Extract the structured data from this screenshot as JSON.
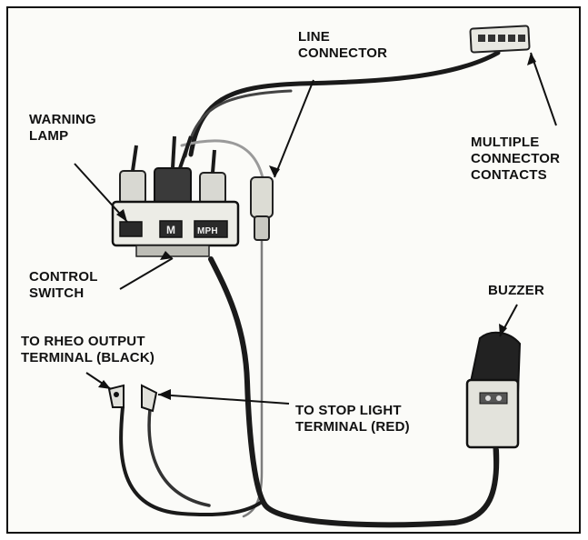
{
  "labels": {
    "line_connector": "LINE\nCONNECTOR",
    "multiple_connector": "MULTIPLE\nCONNECTOR\nCONTACTS",
    "warning_lamp": "WARNING\nLAMP",
    "control_switch": "CONTROL\nSWITCH",
    "buzzer": "BUZZER",
    "rheo_output": "TO RHEO OUTPUT\nTERMINAL (BLACK)",
    "stop_light": "TO STOP LIGHT\nTERMINAL (RED)"
  },
  "switch_panel": {
    "left_window": "",
    "middle_window": "M",
    "right_window": "MPH"
  }
}
